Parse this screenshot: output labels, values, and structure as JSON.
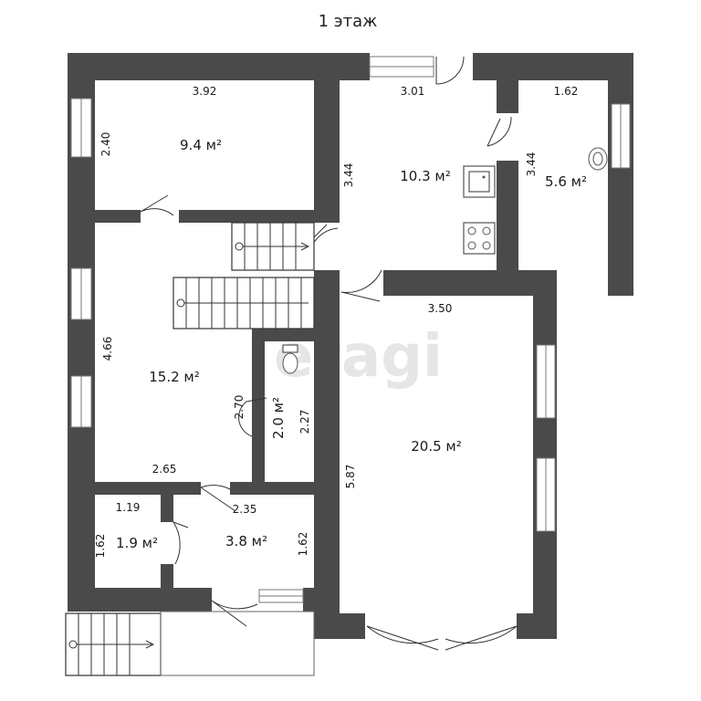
{
  "title": "1 этаж",
  "watermark": "etagi",
  "colors": {
    "wall": "#4a4a4a",
    "background": "#ffffff",
    "text": "#1a1a1a"
  },
  "rooms": [
    {
      "id": "room-a",
      "area": "9.4 м²"
    },
    {
      "id": "room-b",
      "area": "10.3 м²"
    },
    {
      "id": "room-c",
      "area": "5.6 м²"
    },
    {
      "id": "room-d",
      "area": "15.2 м²"
    },
    {
      "id": "room-e",
      "area": "2.0 м²"
    },
    {
      "id": "room-f",
      "area": "20.5 м²"
    },
    {
      "id": "room-g",
      "area": "1.9 м²"
    },
    {
      "id": "room-h",
      "area": "3.8 м²"
    }
  ],
  "dimensions": [
    "3.92",
    "2.40",
    "3.01",
    "3.44",
    "1.62",
    "3.44",
    "4.66",
    "2.70",
    "2.27",
    "2.65",
    "3.50",
    "5.87",
    "1.19",
    "1.62",
    "2.35",
    "1.62"
  ],
  "fixtures": [
    "sink-icon",
    "stove-icon",
    "washbasin-icon",
    "toilet-icon",
    "stairs-icon"
  ]
}
